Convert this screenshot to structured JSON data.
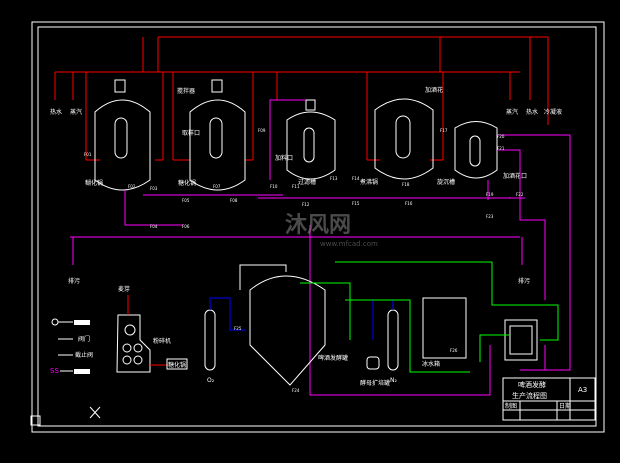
{
  "title_block": {
    "title_line1": "啤酒发酵",
    "title_line2": "生产流程图",
    "sheet_size": "A3",
    "drawn_label": "制图",
    "date_label": "日期"
  },
  "utilities_left": [
    "热水",
    "蒸汽"
  ],
  "utilities_right": [
    "蒸汽",
    "热水",
    "冷凝液"
  ],
  "vessels": [
    {
      "name": "糊化锅"
    },
    {
      "name": "糖化锅"
    },
    {
      "name": "过滤槽"
    },
    {
      "name": "煮沸锅"
    },
    {
      "name": "旋沉槽"
    }
  ],
  "annotations": {
    "stirrer": "搅拌器",
    "sample_port": "取样口",
    "feed_port": "加料口",
    "hops": "加酒花",
    "hops_port": "加酒花口",
    "drain_left": "排污",
    "drain_right": "排污"
  },
  "lower_equipment": {
    "malt": "麦芽",
    "mill": "粉碎机",
    "mash": "糖化锅",
    "fermenter": "啤酒发酵罐",
    "yeast": "酵母扩培罐",
    "ice_tank": "冰水箱",
    "o2": "O₂",
    "n2": "N₂"
  },
  "legend": [
    {
      "symbol": "pump",
      "label": ""
    },
    {
      "symbol": "valve",
      "label": "阀门"
    },
    {
      "symbol": "check",
      "label": "截止阀"
    },
    {
      "symbol": "cross",
      "label": ""
    }
  ],
  "valve_tags": [
    "F01",
    "F02",
    "F03",
    "F04",
    "F05",
    "F06",
    "F07",
    "F08",
    "F09",
    "F10",
    "F11",
    "F12",
    "F13",
    "F14",
    "F15",
    "F16",
    "F17",
    "F18",
    "F19",
    "F20",
    "F21",
    "F22",
    "F23",
    "F24",
    "F25",
    "F26"
  ],
  "watermark": {
    "brand": "沐风网",
    "url": "www.mfcad.com"
  }
}
